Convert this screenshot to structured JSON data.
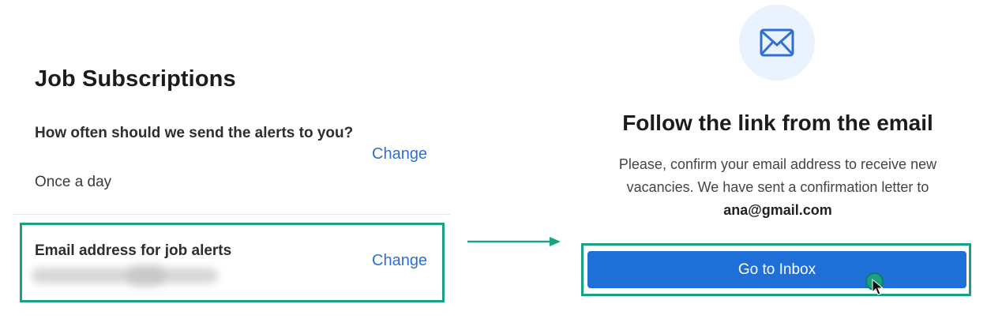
{
  "subscriptions": {
    "title": "Job Subscriptions",
    "frequency_label": "How often should we send the alerts to you?",
    "frequency_value": "Once a day",
    "frequency_change": "Change",
    "email_label": "Email address for job alerts",
    "email_change": "Change"
  },
  "confirmation": {
    "icon": "envelope-icon",
    "heading": "Follow the link from the email",
    "description": "Please, confirm your email address to receive new vacancies. We have sent a confirmation letter to",
    "email": "ana@gmail.com",
    "button_label": "Go to Inbox"
  },
  "colors": {
    "highlight": "#1aa181",
    "primary_button": "#1f6fd8",
    "link": "#2f6fd1",
    "icon_bg": "#eaf2fd"
  }
}
